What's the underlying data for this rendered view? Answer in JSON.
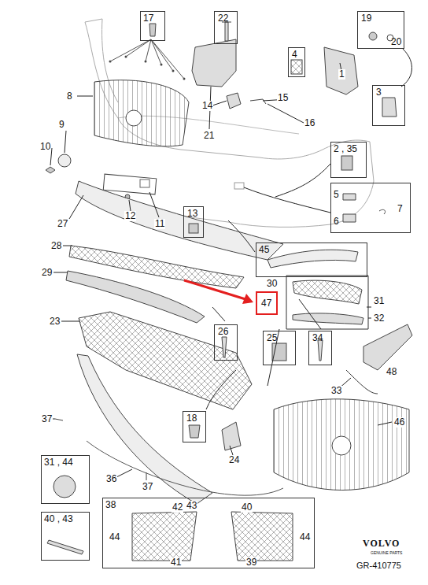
{
  "diagram": {
    "nodes": [
      {
        "text": [
          "17"
        ]
      },
      {
        "text": [
          "22"
        ]
      },
      {
        "text": [
          "4"
        ]
      },
      {
        "text": [
          "19",
          "20"
        ]
      },
      {
        "text": [
          "3"
        ]
      },
      {
        "text": [
          "2 , 35"
        ]
      },
      {
        "text": [
          "5",
          "6",
          "7"
        ]
      },
      {
        "text": [
          "13"
        ]
      },
      {
        "text": [
          "45"
        ]
      },
      {
        "text": [
          "47"
        ]
      },
      {
        "text": [
          "26"
        ]
      },
      {
        "text": [
          "25"
        ]
      },
      {
        "text": [
          "34"
        ]
      },
      {
        "text": [
          "18"
        ]
      },
      {
        "text": [
          "31 , 44"
        ]
      },
      {
        "text": [
          "40 , 43"
        ]
      },
      {
        "text": [
          "38"
        ]
      }
    ],
    "labels": [
      "8",
      "9",
      "10",
      "12",
      "11",
      "27",
      "28",
      "29",
      "23",
      "1",
      "14",
      "15",
      "16",
      "21",
      "30",
      "31",
      "32",
      "33",
      "48",
      "46",
      "37",
      "36",
      "37",
      "24",
      "42",
      "43",
      "44",
      "41",
      "40",
      "44",
      "39",
      "VOLVO",
      "GENUINE PARTS",
      "GR-410775"
    ]
  }
}
